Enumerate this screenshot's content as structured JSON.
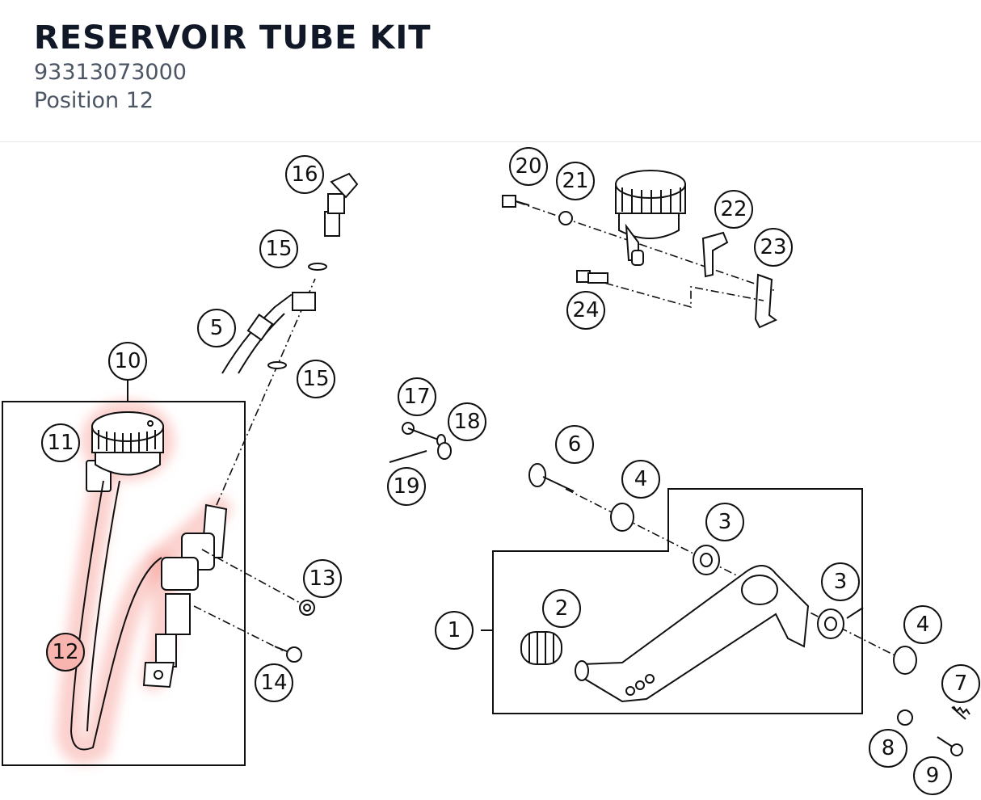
{
  "header": {
    "title": "RESERVOIR TUBE KIT",
    "part_number": "93313073000",
    "position": "Position 12"
  },
  "highlight_color": "#f47c72",
  "callouts": [
    {
      "label": "1"
    },
    {
      "label": "2"
    },
    {
      "label": "3"
    },
    {
      "label": "3"
    },
    {
      "label": "4"
    },
    {
      "label": "4"
    },
    {
      "label": "5"
    },
    {
      "label": "6"
    },
    {
      "label": "7"
    },
    {
      "label": "8"
    },
    {
      "label": "9"
    },
    {
      "label": "10"
    },
    {
      "label": "11"
    },
    {
      "label": "12",
      "highlighted": true
    },
    {
      "label": "13"
    },
    {
      "label": "14"
    },
    {
      "label": "15"
    },
    {
      "label": "15"
    },
    {
      "label": "16"
    },
    {
      "label": "17"
    },
    {
      "label": "18"
    },
    {
      "label": "19"
    },
    {
      "label": "20"
    },
    {
      "label": "21"
    },
    {
      "label": "22"
    },
    {
      "label": "23"
    },
    {
      "label": "24"
    }
  ]
}
